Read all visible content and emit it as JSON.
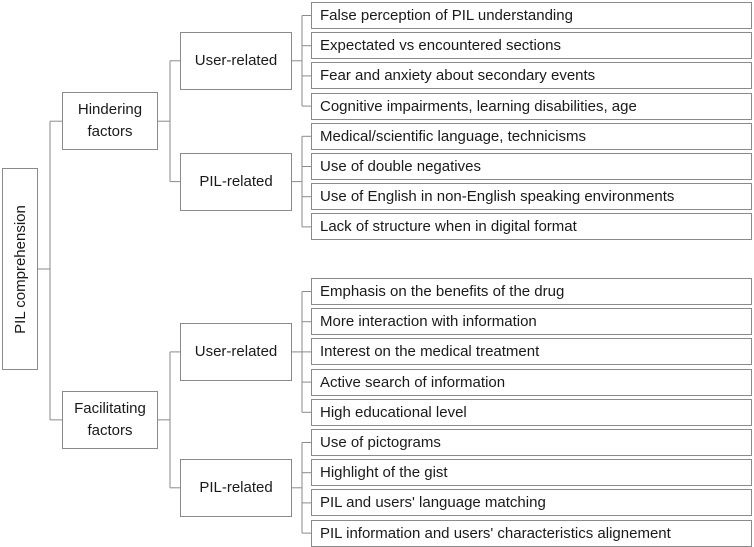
{
  "root": "PIL comprehension",
  "categories": [
    {
      "label": "Hindering\nfactors",
      "groups": [
        {
          "label": "User-related",
          "items": [
            "False perception of PIL understanding",
            "Expectated vs encountered sections",
            "Fear and anxiety about secondary events",
            "Cognitive impairments, learning disabilities, age"
          ]
        },
        {
          "label": "PIL-related",
          "items": [
            "Medical/scientific language, technicisms",
            "Use of double negatives",
            "Use of English in non-English speaking environments",
            "Lack of structure when in digital format"
          ]
        }
      ]
    },
    {
      "label": "Facilitating\nfactors",
      "groups": [
        {
          "label": "User-related",
          "items": [
            "Emphasis on the benefits of the drug",
            "More interaction with information",
            "Interest on the medical treatment",
            "Active search of information",
            "High educational level"
          ]
        },
        {
          "label": "PIL-related",
          "items": [
            "Use of pictograms",
            "Highlight of the gist",
            "PIL and users' language matching",
            "PIL information and users' characteristics alignement"
          ]
        }
      ]
    }
  ]
}
